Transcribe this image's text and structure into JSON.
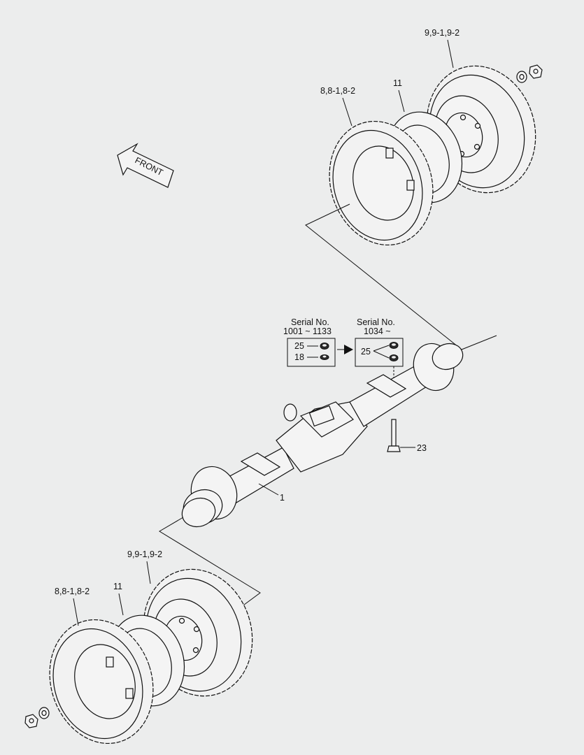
{
  "front_arrow": {
    "text": "FRONT"
  },
  "serial_boxes": [
    {
      "serial_label": "Serial No.",
      "serial_range": "1001 ~ 1133",
      "items": [
        "25",
        "18"
      ]
    },
    {
      "serial_label": "Serial No.",
      "serial_range": "1034 ~",
      "items": [
        "25"
      ]
    }
  ],
  "callouts": {
    "upper_tire": "9,9-1,9-2",
    "upper_rim": "8,8-1,8-2",
    "upper_spacer": "11",
    "axle": "1",
    "bolt": "23",
    "lower_tire": "9,9-1,9-2",
    "lower_rim": "8,8-1,8-2",
    "lower_spacer": "11"
  },
  "colors": {
    "background": "#eceded",
    "line": "#111111"
  }
}
